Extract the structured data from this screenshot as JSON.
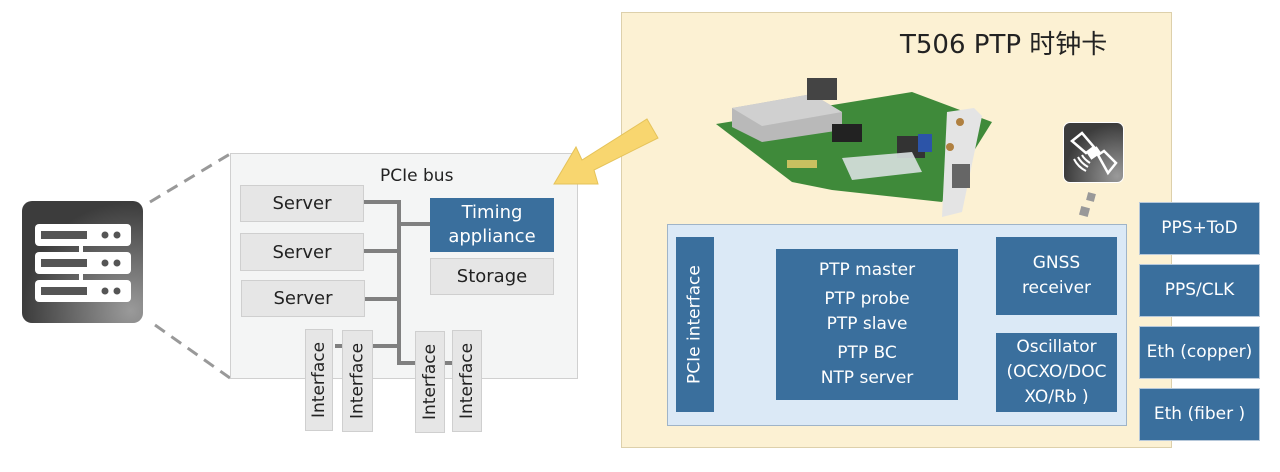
{
  "server_icon": {
    "name": "server-rack-icon"
  },
  "pcie_panel": {
    "title": "PCIe bus",
    "servers": [
      "Server",
      "Server",
      "Server"
    ],
    "timing_appliance": "Timing appliance",
    "timing_appliance_lines": [
      "Timing",
      "appliance"
    ],
    "storage": "Storage",
    "interfaces": [
      "Interface",
      "Interface",
      "Interface",
      "Interface"
    ]
  },
  "card_panel": {
    "title": "T506 PTP 时钟卡",
    "card_image": "pcie-timing-card-photo",
    "gnss_icon": "satellite-icon",
    "pcie_interface": "PCIe interface",
    "functions": [
      "PTP master",
      "PTP probe",
      "PTP slave",
      "PTP BC",
      "NTP server"
    ],
    "gnss": [
      "GNSS",
      "receiver"
    ],
    "oscillator": [
      "Oscillator",
      "(OCXO/DOC",
      "XO/Rb )"
    ]
  },
  "outputs": [
    "PPS+ToD",
    "PPS/CLK",
    "Eth (copper)",
    "Eth (fiber )"
  ],
  "colors": {
    "blue": "#3a6f9d",
    "card_bg": "#fcf1d3",
    "inner_bg": "#dbe9f6",
    "arrow": "#f8d66f",
    "panel_bg": "#f4f5f5"
  }
}
